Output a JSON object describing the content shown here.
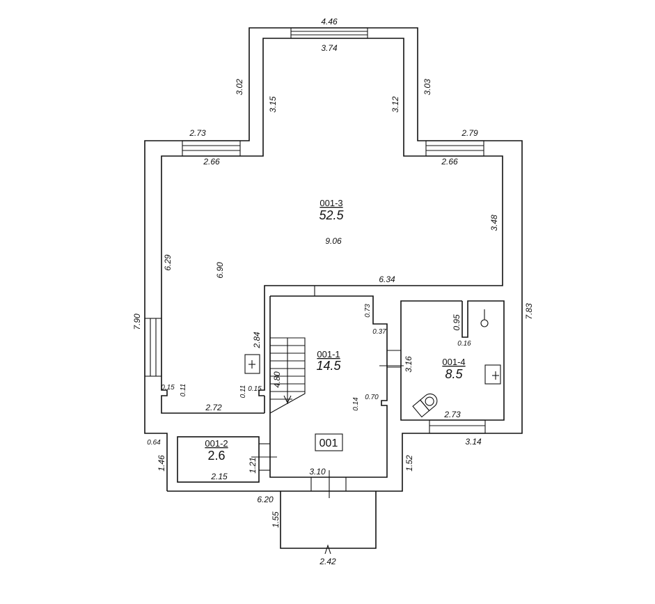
{
  "plan_id": "001",
  "rooms": {
    "r3": {
      "id": "001-3",
      "area": "52.5"
    },
    "r1": {
      "id": "001-1",
      "area": "14.5"
    },
    "r2": {
      "id": "001-2",
      "area": "2.6"
    },
    "r4": {
      "id": "001-4",
      "area": "8.5"
    }
  },
  "dims": {
    "top_outer": "4.46",
    "top_inner": "3.74",
    "n_left_outer": "3.02",
    "n_left_inner": "3.15",
    "n_right_inner": "3.12",
    "n_right_outer": "3.03",
    "wl_outer": "2.73",
    "wl_inner": "2.66",
    "wr_outer": "2.79",
    "wr_inner": "2.66",
    "r3_width": "9.06",
    "r3_right": "3.48",
    "left_outer": "7.90",
    "left_inner": "6.29",
    "r3_height": "6.90",
    "partition": "6.34",
    "stair_side": "2.84",
    "n015a": "0.15",
    "n011a": "0.11",
    "n011b": "0.11",
    "n015b": "0.15",
    "r3_bottom": "2.72",
    "r1_073": "0.73",
    "r1_037": "0.37",
    "stair": "4.80",
    "r1_014": "0.14",
    "r1_070": "0.70",
    "r1_316": "3.16",
    "r1_bottom": "3.10",
    "r4_095": "0.95",
    "r4_016": "0.16",
    "r4_bottom": "2.73",
    "right_outer": "7.83",
    "r4_outer_bottom": "3.14",
    "d064": "0.64",
    "d146": "1.46",
    "r2_width": "2.15",
    "r2_height": "1.21",
    "bottom_outer": "6.20",
    "d152": "1.52",
    "porch_depth": "1.55",
    "porch_width": "2.42"
  }
}
